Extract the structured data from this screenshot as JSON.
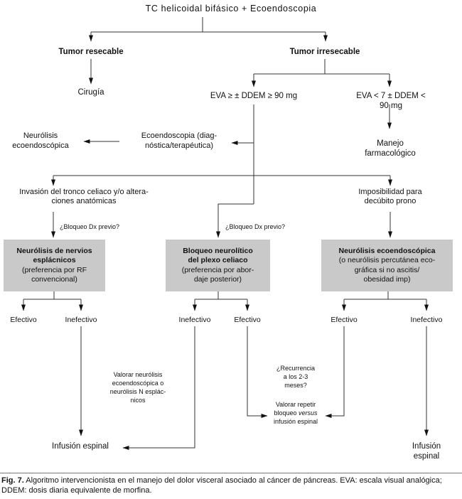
{
  "colors": {
    "background": "#ffffff",
    "box_fill": "#c9c9c9",
    "line": "#333333",
    "text": "#111111"
  },
  "flowchart": {
    "root": "TC helicoidal bifásico + Ecoendoscopia",
    "resectable": {
      "label": "Tumor resecable",
      "surgery": "Cirugía"
    },
    "unresectable": {
      "label": "Tumor irresecable",
      "eva_high": "EVA ≥ ± DDEM ≥ 90 mg",
      "eva_low": "EVA < 7 ± DDEM < 90 mg",
      "pharmacologic": "Manejo farmacológico",
      "echoendoscopy": "Ecoendoscopia (diag-\nnóstica/terapéutica)",
      "echo_neurolysis": "Neurólisis\necoendoscópica"
    },
    "criteria_left": "Invasión del tronco celiaco y/o altera-\nciones anatómicas",
    "criteria_right": "Imposibilidad para\ndecúbito prono",
    "dx_question": "¿Bloqueo Dx previo?",
    "boxes": {
      "splanchnic": {
        "title": "Neurólisis de nervios\nesplácnicos",
        "subtitle": "(preferencia por RF\nconvencional)"
      },
      "celiac": {
        "title": "Bloqueo neurolítico\ndel plexo celiaco",
        "subtitle": "(preferencia por abor-\ndaje posterior)"
      },
      "eus": {
        "title": "Neurólisis ecoendoscópica",
        "subtitle": "(o neurólisis percutánea eco-\ngráfica si no ascitis/\nobesidad imp)"
      }
    },
    "outcomes": {
      "effective": "Efectivo",
      "ineffective": "Inefectivo"
    },
    "annotations": {
      "consider_neurolysis": "Valorar neurólisis\necoendoscópica o\nneurólisis N esplác-\nnicos",
      "recurrence": "¿Recurrencia\na los 2-3\nmeses?",
      "repeat_pre": "Valorar repetir\nbloqueo ",
      "repeat_versus": "versus",
      "repeat_post": "\ninfusión espinal"
    },
    "spinal_infusion": "Infusión espinal"
  },
  "caption": {
    "label": "Fig. 7.",
    "text": " Algoritmo intervencionista en el manejo del dolor visceral asociado al cáncer de páncreas. EVA: escala visual analógica; DDEM: dosis diaria equivalente de morfina."
  }
}
